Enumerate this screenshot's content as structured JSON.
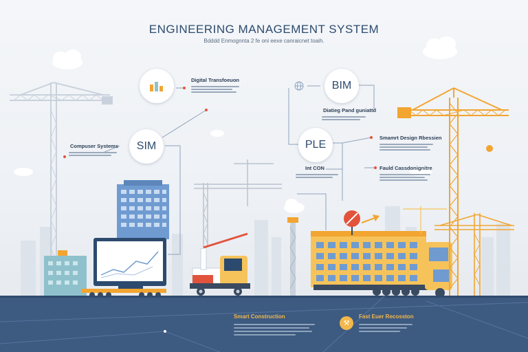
{
  "header": {
    "title": "ENGINEERING MANAGEMENT SYSTEM",
    "subtitle": "Bdddd Enmognnta 2 fe oni eexe canraicnet toaih."
  },
  "nodes": {
    "sim": "SIM",
    "bim": "BIM",
    "ple": "PLE"
  },
  "labels": {
    "digital_transformation": "Digital Transfoeuon",
    "computer_systems": "Compuser Systems",
    "diatieg_pand_guniattd": "Diatieg Pand guniattd",
    "smart_design": "Smamrt Design Rbessien",
    "int_con": "Int CON",
    "fauld_connection": "Fauld Cassdonignitre"
  },
  "footer": {
    "smart_construction": "Smart Construction",
    "fast_energy": "Fast Euer Recosston",
    "fast_energy_icon": "wrench-icon"
  },
  "colors": {
    "navy": "#2c4a6e",
    "ground": "#3d5a80",
    "crane_orange": "#f2a531",
    "building_blue": "#6f9bd1",
    "building_yellow": "#f6c35b",
    "accent_red": "#e2533c"
  }
}
